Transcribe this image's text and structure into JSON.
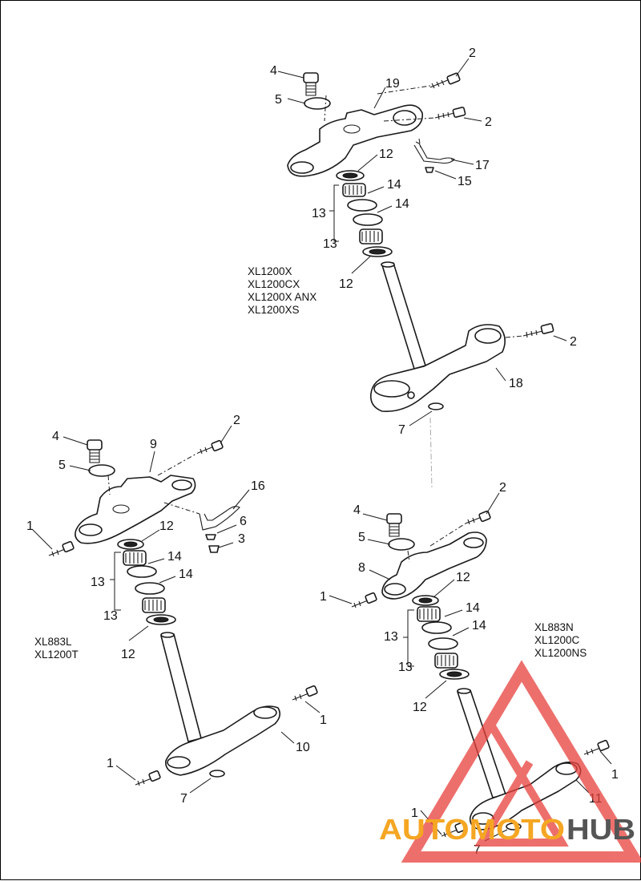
{
  "models": {
    "top": [
      "XL1200X",
      "XL1200CX",
      "XL1200X ANX",
      "XL1200XS"
    ],
    "left": [
      "XL883L",
      "XL1200T"
    ],
    "right": [
      "XL883N",
      "XL1200C",
      "XL1200NS"
    ]
  },
  "callouts": {
    "top": [
      "2",
      "2",
      "2",
      "4",
      "5",
      "19",
      "12",
      "17",
      "15",
      "14",
      "14",
      "13",
      "13",
      "12",
      "18",
      "7"
    ],
    "left": [
      "2",
      "4",
      "9",
      "5",
      "16",
      "6",
      "3",
      "1",
      "12",
      "14",
      "14",
      "13",
      "13",
      "12",
      "1",
      "10",
      "1",
      "7"
    ],
    "right": [
      "2",
      "4",
      "5",
      "8",
      "12",
      "1",
      "14",
      "14",
      "13",
      "13",
      "12",
      "1",
      "11",
      "1",
      "7"
    ]
  },
  "watermark": {
    "text_a": "AUTOMOTO",
    "text_b": "HUB",
    "color_a": "#f5a623",
    "color_b": "#555555",
    "triangle_color": "#e8403c"
  }
}
